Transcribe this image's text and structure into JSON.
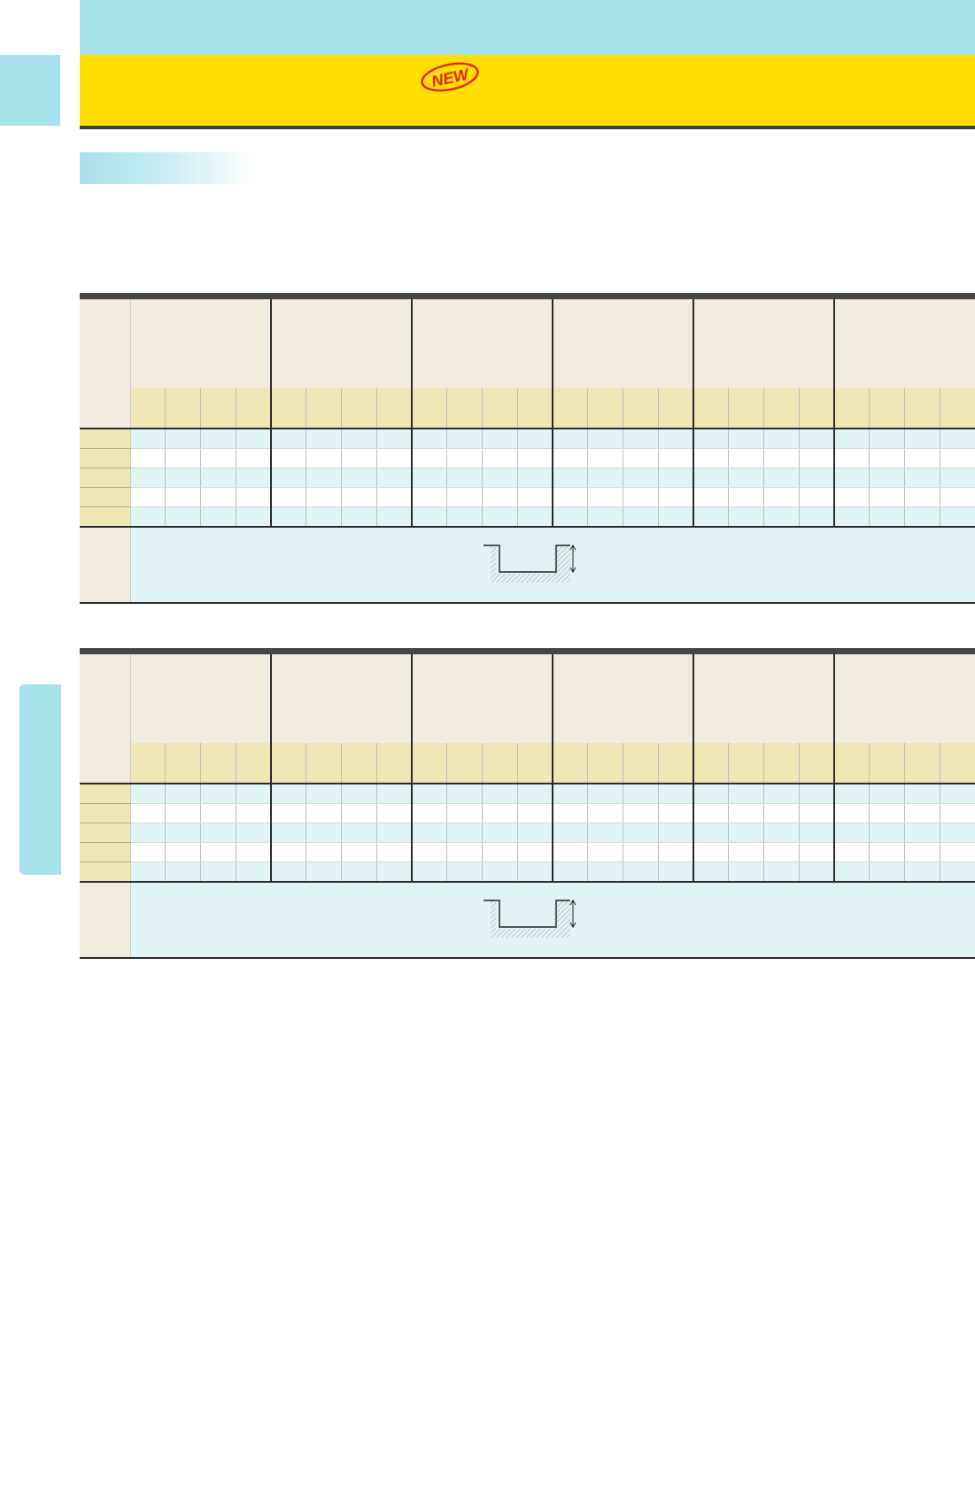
{
  "header": {
    "badge_text": "NEW",
    "colors": {
      "top_band": "#a6e1ec",
      "title_band": "#ffde00",
      "badge_red": "#e2231a"
    }
  },
  "tables": [
    {
      "name": "table-1"
    },
    {
      "name": "table-2"
    }
  ],
  "icons": {
    "groove_diagram": "groove-depth-diagram-icon",
    "badge": "new-badge-icon"
  }
}
